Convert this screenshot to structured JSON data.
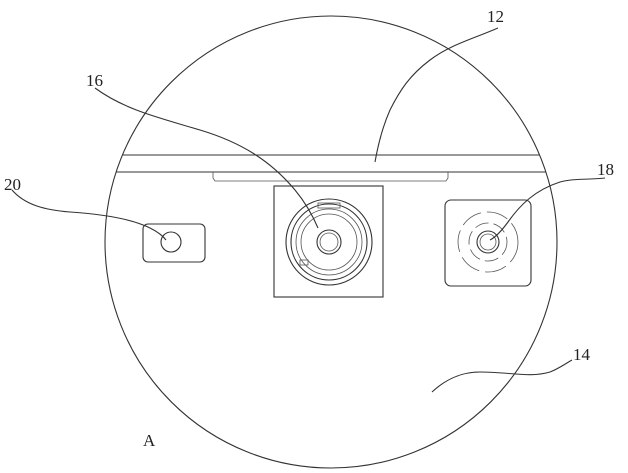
{
  "labels": {
    "rail": "12",
    "main_camera": "16",
    "sensor": "18",
    "small_lens": "20",
    "housing": "14",
    "view": "A"
  }
}
